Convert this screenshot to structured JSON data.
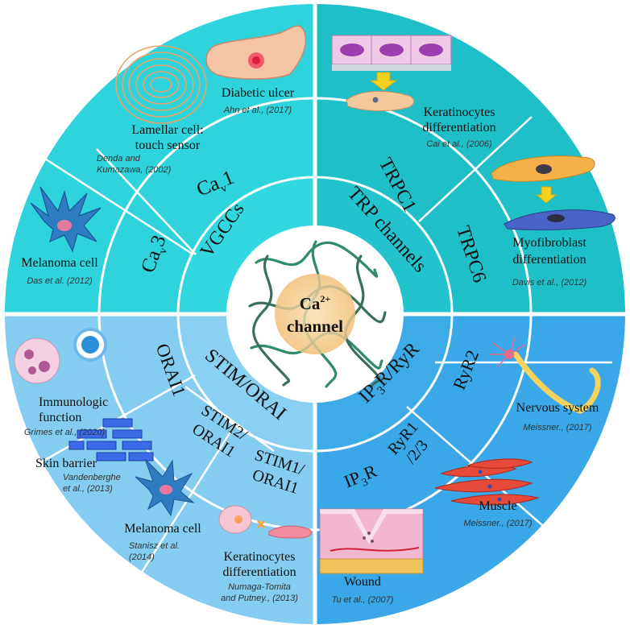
{
  "center": {
    "title_prefix": "Ca",
    "title_sup": "2+",
    "title_line2": "channel"
  },
  "quadrants": {
    "vgcc": {
      "main": "VGCCs",
      "sub1": {
        "base": "Ca",
        "sub": "v",
        "tail": "1"
      },
      "sub2": {
        "base": "Ca",
        "sub": "v",
        "tail": "3"
      },
      "diabetic_label": "Diabetic ulcer",
      "diabetic_cite": "Ahn et al., (2017)",
      "lamellar_label1": "Lamellar cell:",
      "lamellar_label2": "touch sensor",
      "lamellar_cite1": "Denda and",
      "lamellar_cite2": "Kumazawa, (2002)",
      "melanoma_label": "Melanoma cell",
      "melanoma_cite": "Das et al. (2012)"
    },
    "trp": {
      "main": "TRP channels",
      "sub1": "TRPC1",
      "sub2": "TRPC6",
      "kera_label1": "Keratinocytes",
      "kera_label2": "differentiation",
      "kera_cite": "Cai et al., (2006)",
      "myo_label1": "Myofibroblast",
      "myo_label2": "differentiation",
      "myo_cite": "Davis et al., (2012)"
    },
    "stim": {
      "main": "STIM/ORAI",
      "sub1": "ORAI1",
      "sub2a": "STIM2/",
      "sub2b": "ORAI1",
      "sub3a": "STIM1/",
      "sub3b": "ORAI1",
      "immuno_label1": "Immunologic",
      "immuno_label2": "function",
      "immuno_cite": "Grimes et al., (2020)",
      "skin_label": "Skin barrier",
      "skin_cite1": "Vandenberghe",
      "skin_cite2": "et al., (2013)",
      "melanoma_label": "Melanoma cell",
      "melanoma_cite1": "Stanisz et al.",
      "melanoma_cite2": "(2014)",
      "kera_label1": "Keratinocytes",
      "kera_label2": "differentiation",
      "kera_cite1": "Numaga-Tomita",
      "kera_cite2": "and Putney., (2013)"
    },
    "ip3": {
      "main_a": "IP",
      "main_sub": "3",
      "main_b": "R/RyR",
      "sub1": "RyR2",
      "sub2a": "RyR1",
      "sub2b": "/2/3",
      "sub3_a": "IP",
      "sub3_sub": "3",
      "sub3_b": "R",
      "nerve_label": "Nervous system",
      "nerve_cite": "Meissner., (2017)",
      "muscle_label": "Muscle",
      "muscle_cite": "Meissner., (2017)",
      "wound_label": "Wound",
      "wound_cite": "Tu et al., (2007)"
    }
  },
  "colors": {
    "vgcc_outer": "#2fd3dc",
    "trp_outer": "#1fbfc8",
    "stim_outer": "#84ccf0",
    "ip3_outer": "#3aa7e8",
    "center_fill": "#f6cf97",
    "center_ring": "#ffffff"
  }
}
